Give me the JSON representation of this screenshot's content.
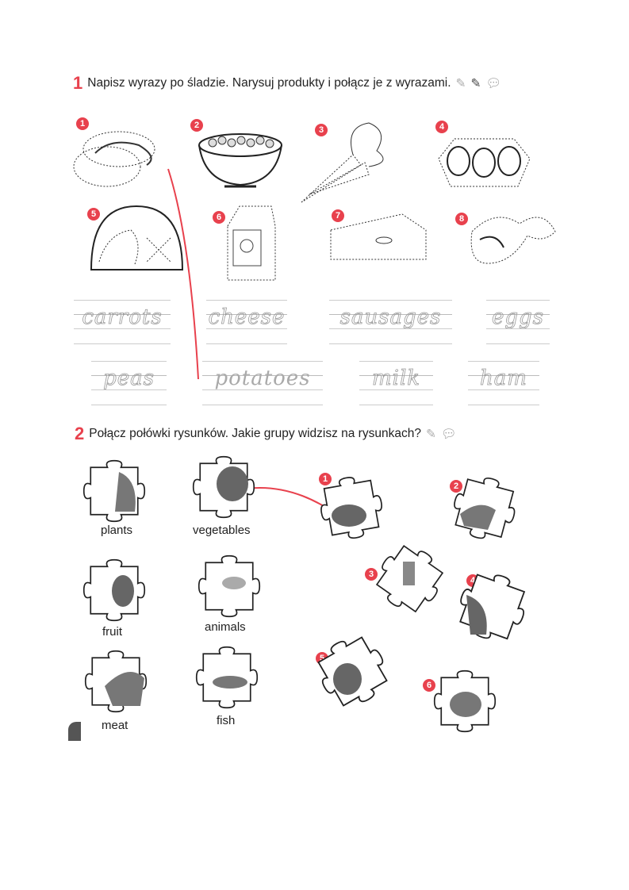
{
  "exercise1": {
    "number": "1",
    "instruction": "Napisz wyrazy po śladzie. Narysuj produkty i połącz je z wyrazami.",
    "icons": [
      "pencil-icon",
      "pencil-icon",
      "speech-bubble-icon"
    ],
    "pictures": [
      {
        "n": "1",
        "item": "potatoes"
      },
      {
        "n": "2",
        "item": "peas"
      },
      {
        "n": "3",
        "item": "carrots"
      },
      {
        "n": "4",
        "item": "eggs"
      },
      {
        "n": "5",
        "item": "ham"
      },
      {
        "n": "6",
        "item": "milk"
      },
      {
        "n": "7",
        "item": "cheese"
      },
      {
        "n": "8",
        "item": "sausages"
      }
    ],
    "words_row1": [
      "carrots",
      "cheese",
      "sausages",
      "eggs"
    ],
    "words_row2": [
      "peas",
      "potatoes",
      "milk",
      "ham"
    ]
  },
  "exercise2": {
    "number": "2",
    "instruction": "Połącz połówki rysunków. Jakie grupy widzisz na rysunkach?",
    "icons": [
      "pencil-icon",
      "speech-bubble-icon"
    ],
    "labels": [
      "plants",
      "vegetables",
      "fruit",
      "animals",
      "meat",
      "fish"
    ],
    "pieces": [
      "1",
      "2",
      "3",
      "4",
      "5",
      "6"
    ]
  },
  "colors": {
    "accent": "#e8414d"
  }
}
